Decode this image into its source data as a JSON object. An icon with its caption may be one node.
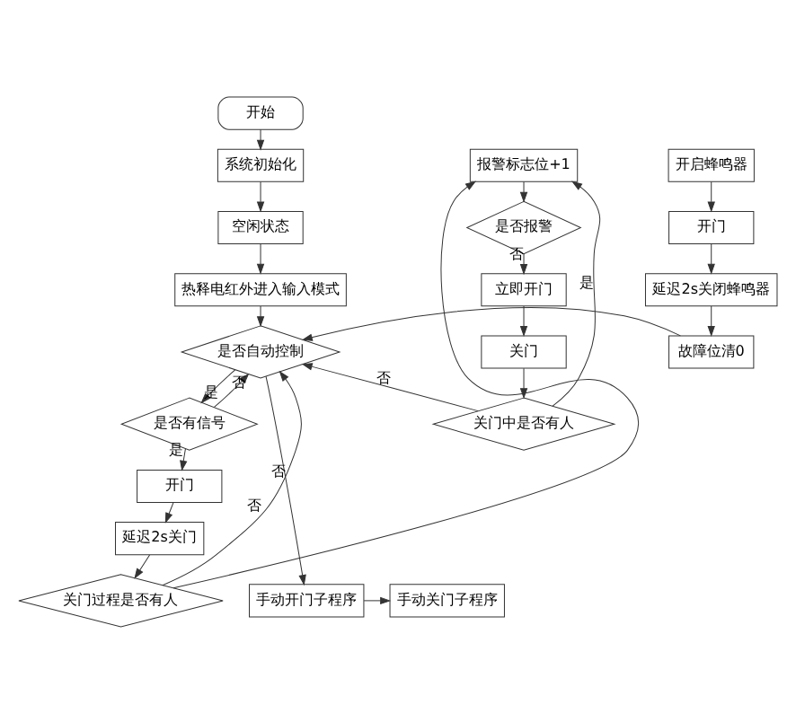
{
  "diagram": {
    "nodes": [
      {
        "text": [
          "开始"
        ]
      },
      {
        "text": [
          "系统初始化"
        ]
      },
      {
        "text": [
          "空闲状态"
        ]
      },
      {
        "text": [
          "热释电红外进入输入模式"
        ]
      },
      {
        "text": [
          "是否自动控制"
        ]
      },
      {
        "text": [
          "是否有信号"
        ]
      },
      {
        "text": [
          "开门"
        ]
      },
      {
        "text": [
          "延迟2s关门"
        ]
      },
      {
        "text": [
          "关门过程是否有人"
        ]
      },
      {
        "text": [
          "报警标志位+1"
        ]
      },
      {
        "text": [
          "是否报警"
        ]
      },
      {
        "text": [
          "立即开门"
        ]
      },
      {
        "text": [
          "关门"
        ]
      },
      {
        "text": [
          "关门中是否有人"
        ]
      },
      {
        "text": [
          "开启蜂鸣器"
        ]
      },
      {
        "text": [
          "开门"
        ]
      },
      {
        "text": [
          "延迟2s关闭蜂鸣器"
        ]
      },
      {
        "text": [
          "故障位清0"
        ]
      },
      {
        "text": [
          "手动开门子程序"
        ]
      },
      {
        "text": [
          "手动关门子程序"
        ]
      }
    ],
    "edges": [
      {
        "from": 0,
        "to": 1,
        "arrow": "to"
      },
      {
        "from": 1,
        "to": 2,
        "arrow": "to"
      },
      {
        "from": 2,
        "to": 3,
        "arrow": "to"
      },
      {
        "from": 3,
        "to": 4,
        "arrow": "to"
      },
      {
        "from": 4,
        "to": 5,
        "arrow": "to",
        "label": "是"
      },
      {
        "from": 4,
        "to": 18,
        "arrow": "to",
        "label": "否"
      },
      {
        "from": 5,
        "to": 4,
        "arrow": "to",
        "label": "否"
      },
      {
        "from": 5,
        "to": 6,
        "arrow": "to",
        "label": "是"
      },
      {
        "from": 6,
        "to": 7,
        "arrow": "to"
      },
      {
        "from": 7,
        "to": 8,
        "arrow": "to"
      },
      {
        "from": 8,
        "to": 4,
        "arrow": "to",
        "label": "否"
      },
      {
        "from": 8,
        "to": 9,
        "arrow": "to"
      },
      {
        "from": 9,
        "to": 10,
        "arrow": "to"
      },
      {
        "from": 10,
        "to": 11,
        "arrow": "to",
        "label": "否"
      },
      {
        "from": 11,
        "to": 12,
        "arrow": "to"
      },
      {
        "from": 12,
        "to": 13,
        "arrow": "to"
      },
      {
        "from": 13,
        "to": 9,
        "arrow": "to",
        "label": "是"
      },
      {
        "from": 13,
        "to": 4,
        "arrow": "to",
        "label": "否"
      },
      {
        "from": 14,
        "to": 15,
        "arrow": "to"
      },
      {
        "from": 15,
        "to": 16,
        "arrow": "to"
      },
      {
        "from": 16,
        "to": 17,
        "arrow": "to"
      },
      {
        "from": 17,
        "to": 4,
        "arrow": "to"
      },
      {
        "from": 18,
        "to": 19,
        "arrow": "to"
      }
    ]
  }
}
